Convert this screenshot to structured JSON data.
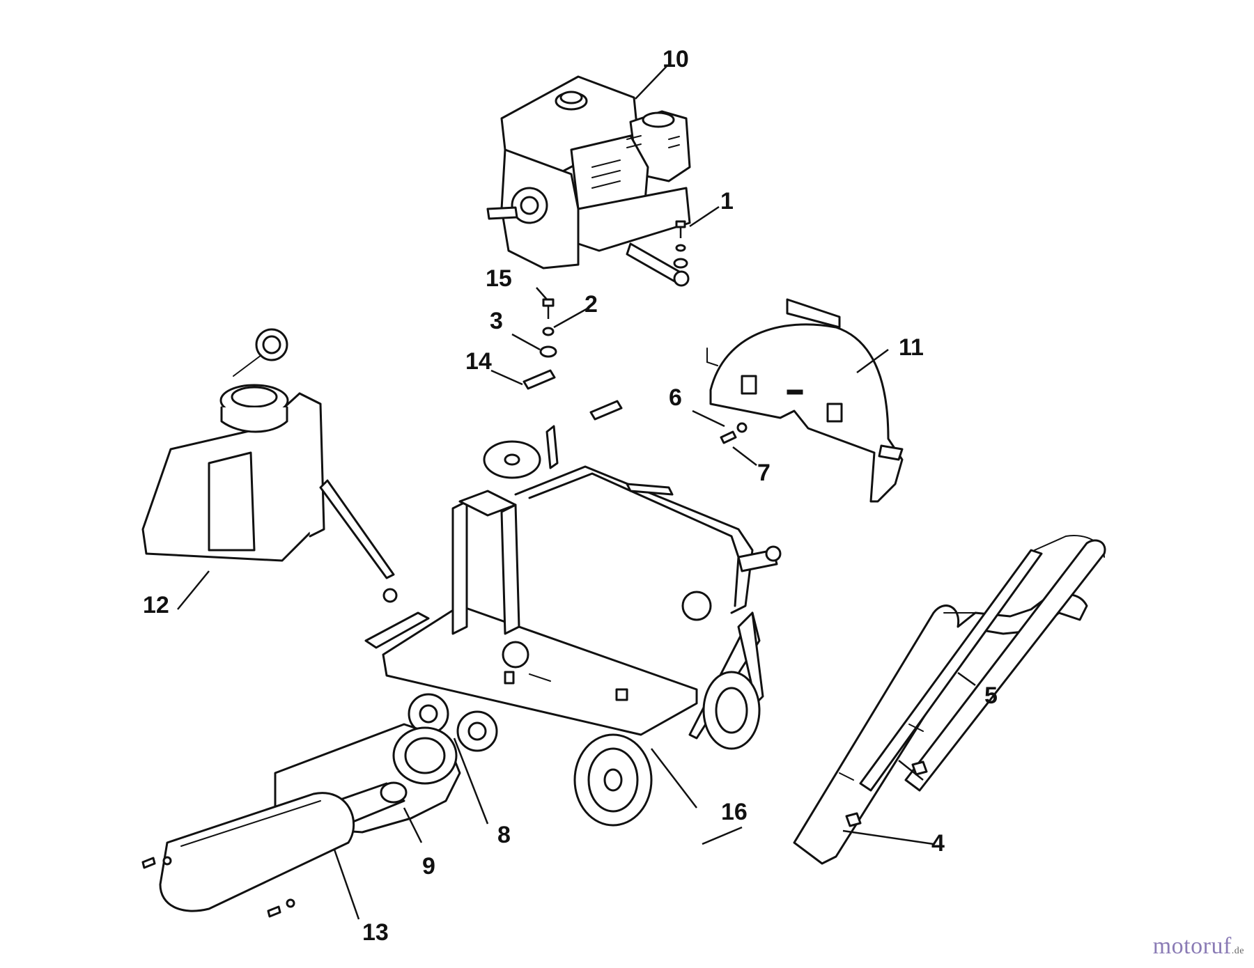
{
  "diagram": {
    "callouts": [
      "1",
      "2",
      "3",
      "4",
      "5",
      "6",
      "7",
      "8",
      "9",
      "10",
      "11",
      "12",
      "13",
      "14",
      "15",
      "16"
    ]
  },
  "watermark": {
    "text": "motoruf",
    "suffix": ".de",
    "color": "#8a7bb5"
  }
}
